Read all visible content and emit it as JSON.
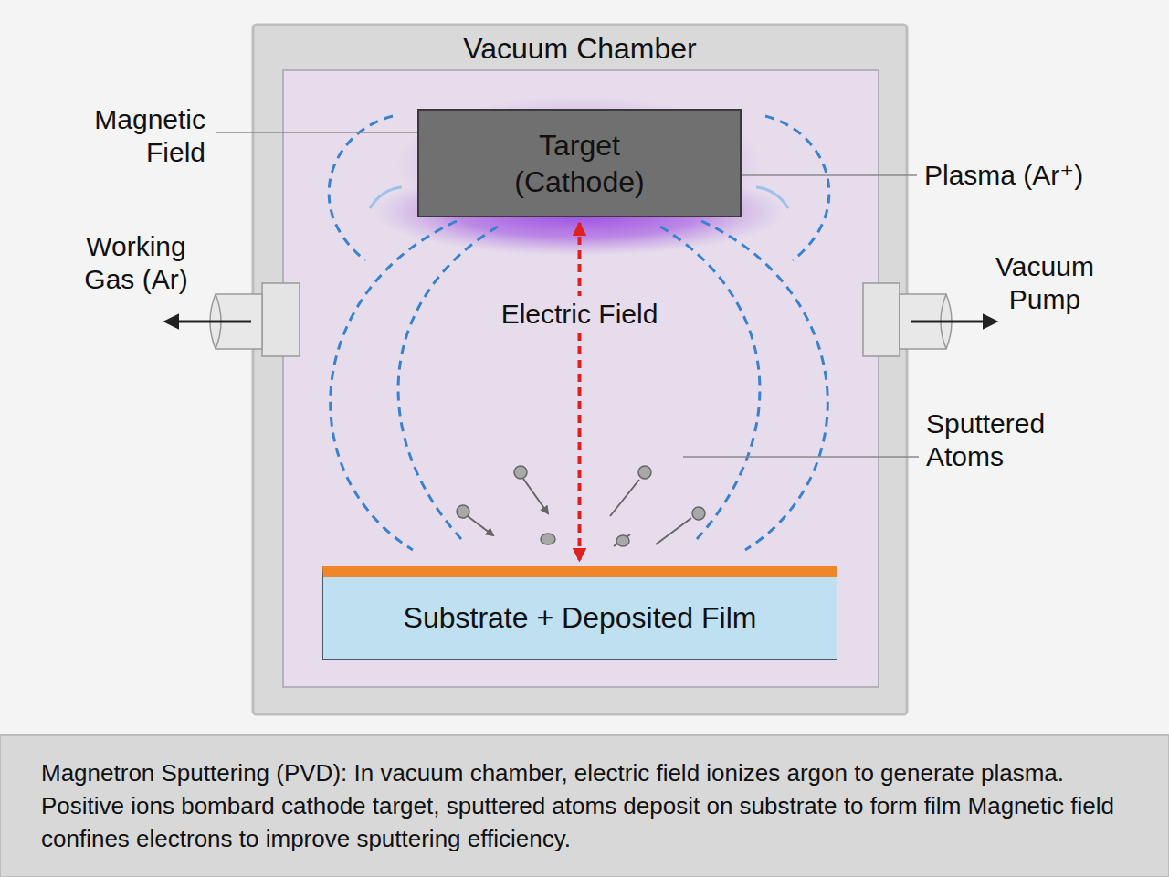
{
  "diagram": {
    "caption": "Magnetron Sputtering (PVD): In vacuum chamber, electric field ionizes argon to generate plasma. Positive ions bombard cathode target, sputtered atoms deposit on substrate to form film Magnetic field confines electrons to improve sputtering efficiency.",
    "nodes": [
      {
        "text": [
          "Vacuum Chamber"
        ]
      },
      {
        "text": [
          "Target (Cathode)"
        ],
        "in": 0
      },
      {
        "text": [
          "Substrate + Deposited Film"
        ],
        "in": 0
      }
    ],
    "edges": [
      {
        "from": 1,
        "to": 2,
        "arrow": "both",
        "label": "Electric Field"
      }
    ],
    "labels": [
      "Magnetic Field",
      "Plasma (Ar⁺)",
      "Working Gas (Ar)",
      "Vacuum Pump",
      "Sputtered Atoms"
    ]
  }
}
